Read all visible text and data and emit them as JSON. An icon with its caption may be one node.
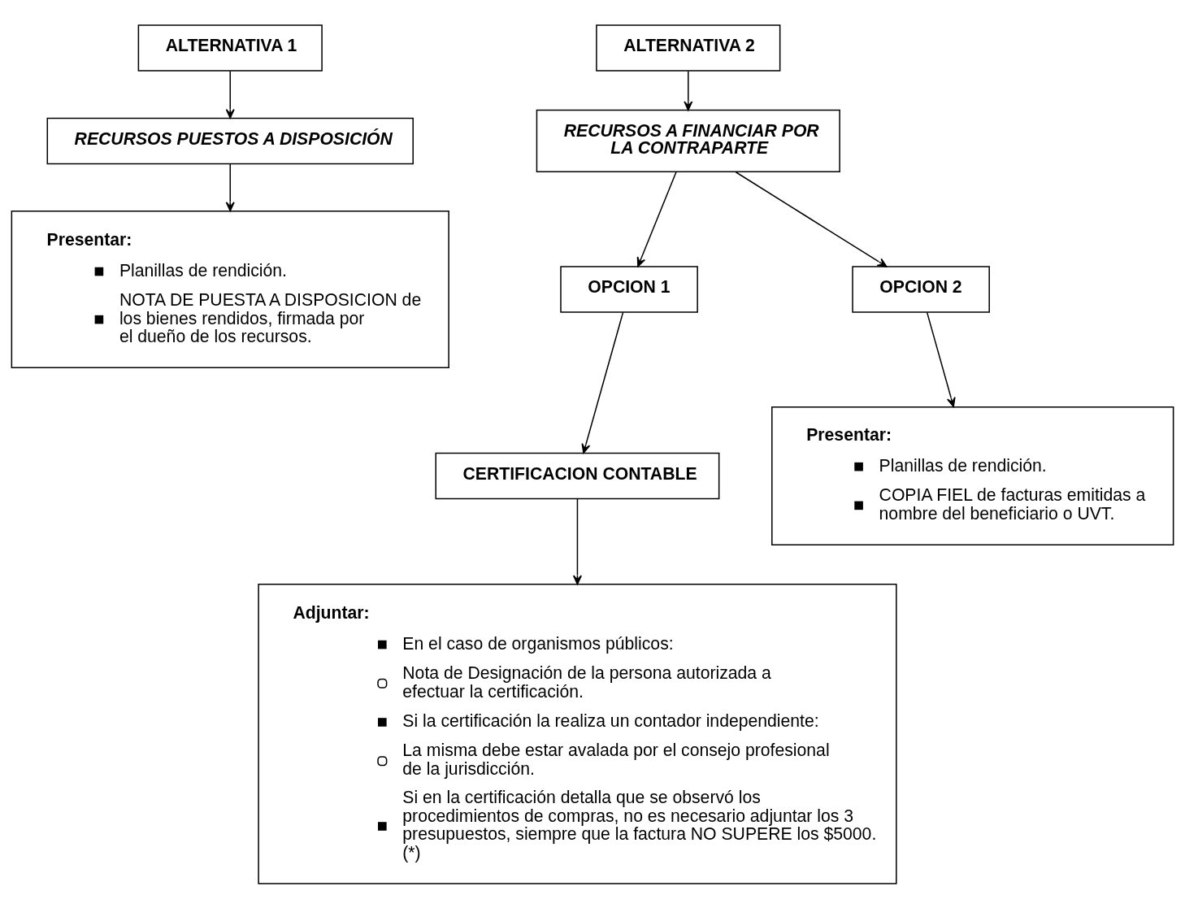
{
  "diagram": {
    "nodes": [
      {
        "text": [
          "ALTERNATIVA 1"
        ]
      },
      {
        "text": [
          "RECURSOS PUESTOS A DISPOSICIÓN"
        ]
      },
      {
        "text": [
          "Presentar:",
          "Planillas de rendición.",
          "NOTA DE PUESTA A DISPOSICION de los bienes rendidos, firmada por el dueño de los recursos."
        ]
      },
      {
        "text": [
          "ALTERNATIVA 2"
        ]
      },
      {
        "text": [
          "RECURSOS A FINANCIAR POR LA CONTRAPARTE"
        ]
      },
      {
        "text": [
          "OPCION 1"
        ]
      },
      {
        "text": [
          "OPCION 2"
        ]
      },
      {
        "text": [
          "CERTIFICACION CONTABLE"
        ]
      },
      {
        "text": [
          "Presentar:",
          "Planillas de rendición.",
          "COPIA FIEL de facturas emitidas a nombre del beneficiario o UVT."
        ]
      },
      {
        "text": [
          "Adjuntar:",
          "En el caso de organismos públicos:",
          "Nota de Designación de la persona autorizada a efectuar la certificación.",
          "Si la certificación la realiza un contador independiente:",
          "La misma debe estar avalada por el consejo profesional de la jurisdicción.",
          "Si en la certificación detalla que se observó los procedimientos de compras, no es necesario adjuntar los 3 presupuestos, siempre que la factura NO SUPERE los $5000. (*)"
        ]
      }
    ],
    "edges": [
      {
        "from": 0,
        "to": 1,
        "arrow": "to"
      },
      {
        "from": 1,
        "to": 2,
        "arrow": "to"
      },
      {
        "from": 3,
        "to": 4,
        "arrow": "to"
      },
      {
        "from": 4,
        "to": 5,
        "arrow": "to"
      },
      {
        "from": 4,
        "to": 6,
        "arrow": "to"
      },
      {
        "from": 5,
        "to": 7,
        "arrow": "to"
      },
      {
        "from": 6,
        "to": 8,
        "arrow": "to"
      },
      {
        "from": 7,
        "to": 9,
        "arrow": "to"
      }
    ]
  }
}
